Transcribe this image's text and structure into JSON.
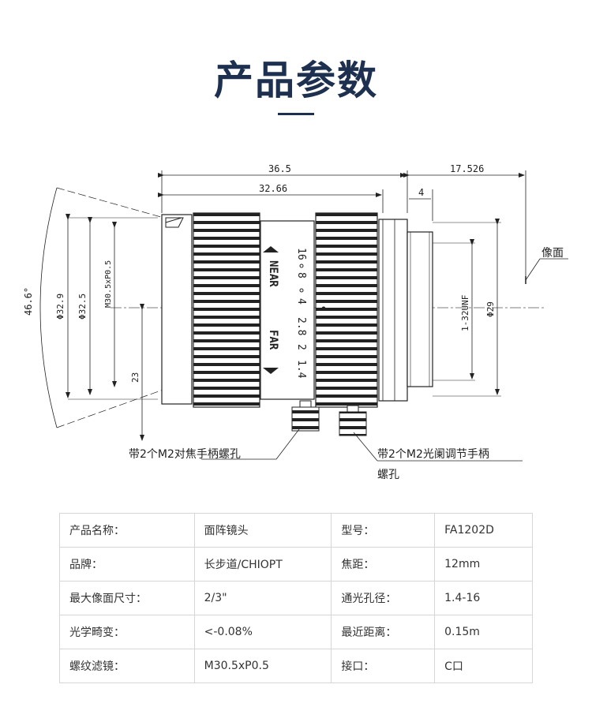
{
  "title": "产品参数",
  "drawing": {
    "dims": {
      "length_total": "36.5",
      "length_body": "32.66",
      "back_focus": "17.526",
      "mount_len": "4",
      "angle": "46.6°",
      "d_front": "Φ32.9",
      "d_ring": "Φ32.5",
      "filter": "M30.5xP0.5",
      "offset": "23",
      "thread": "1-32UNF",
      "d_back": "Φ29"
    },
    "image_plane": "像面",
    "aperture_scale": [
      "16",
      "8",
      "4",
      "2.8",
      "2",
      "1.4"
    ],
    "near": "NEAR",
    "far": "FAR",
    "note_focus": "带2个M2对焦手柄螺孔",
    "note_iris_line1": "带2个M2光阑调节手柄",
    "note_iris_line2": "螺孔"
  },
  "specs": [
    {
      "k1": "产品名称：",
      "v1": "面阵镜头",
      "k2": "型号：",
      "v2": "FA1202D"
    },
    {
      "k1": "品牌：",
      "v1": "长步道/CHIOPT",
      "k2": "焦距：",
      "v2": "12mm"
    },
    {
      "k1": "最大像面尺寸：",
      "v1": "2/3\"",
      "k2": "通光孔径：",
      "v2": "1.4-16"
    },
    {
      "k1": "光学畸变：",
      "v1": "<-0.08%",
      "k2": "最近距离：",
      "v2": "0.15m"
    },
    {
      "k1": "螺纹滤镜：",
      "v1": "M30.5xP0.5",
      "k2": "接口：",
      "v2": "C口"
    }
  ]
}
